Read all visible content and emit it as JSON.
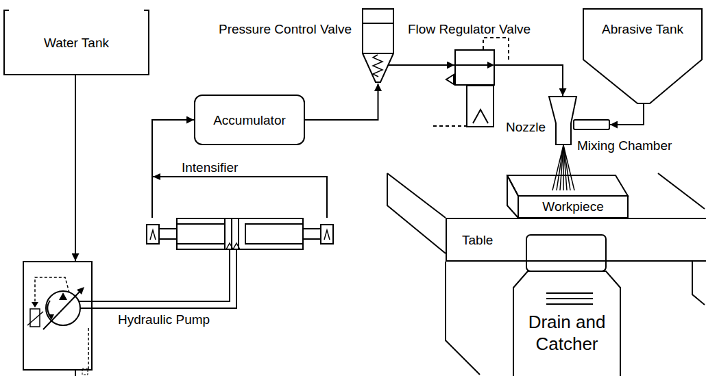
{
  "diagram": {
    "nodes": [
      {
        "text": [
          "Water Tank"
        ]
      },
      {
        "text": [
          "Hydraulic Pump"
        ]
      },
      {
        "text": [
          "Intensifier"
        ]
      },
      {
        "text": [
          "Accumulator"
        ]
      },
      {
        "text": [
          "Pressure Control Valve"
        ]
      },
      {
        "text": [
          "Flow Regulator Valve"
        ]
      },
      {
        "text": [
          "Abrasive Tank"
        ]
      },
      {
        "text": [
          "Nozzle"
        ]
      },
      {
        "text": [
          "Mixing Chamber"
        ]
      },
      {
        "text": [
          "Workpiece"
        ]
      },
      {
        "text": [
          "Table"
        ]
      },
      {
        "text": [
          "Drain and Catcher"
        ]
      }
    ],
    "edges": [
      {
        "from": 0,
        "to": 1,
        "arrow": "to"
      },
      {
        "from": 1,
        "to": 2,
        "arrow": "none"
      },
      {
        "from": 2,
        "to": 3,
        "arrow": "to"
      },
      {
        "from": 3,
        "to": 4,
        "arrow": "to"
      },
      {
        "from": 4,
        "to": 5,
        "arrow": "to"
      },
      {
        "from": 5,
        "to": 7,
        "arrow": "to"
      },
      {
        "from": 6,
        "to": 8,
        "arrow": "to"
      }
    ]
  }
}
